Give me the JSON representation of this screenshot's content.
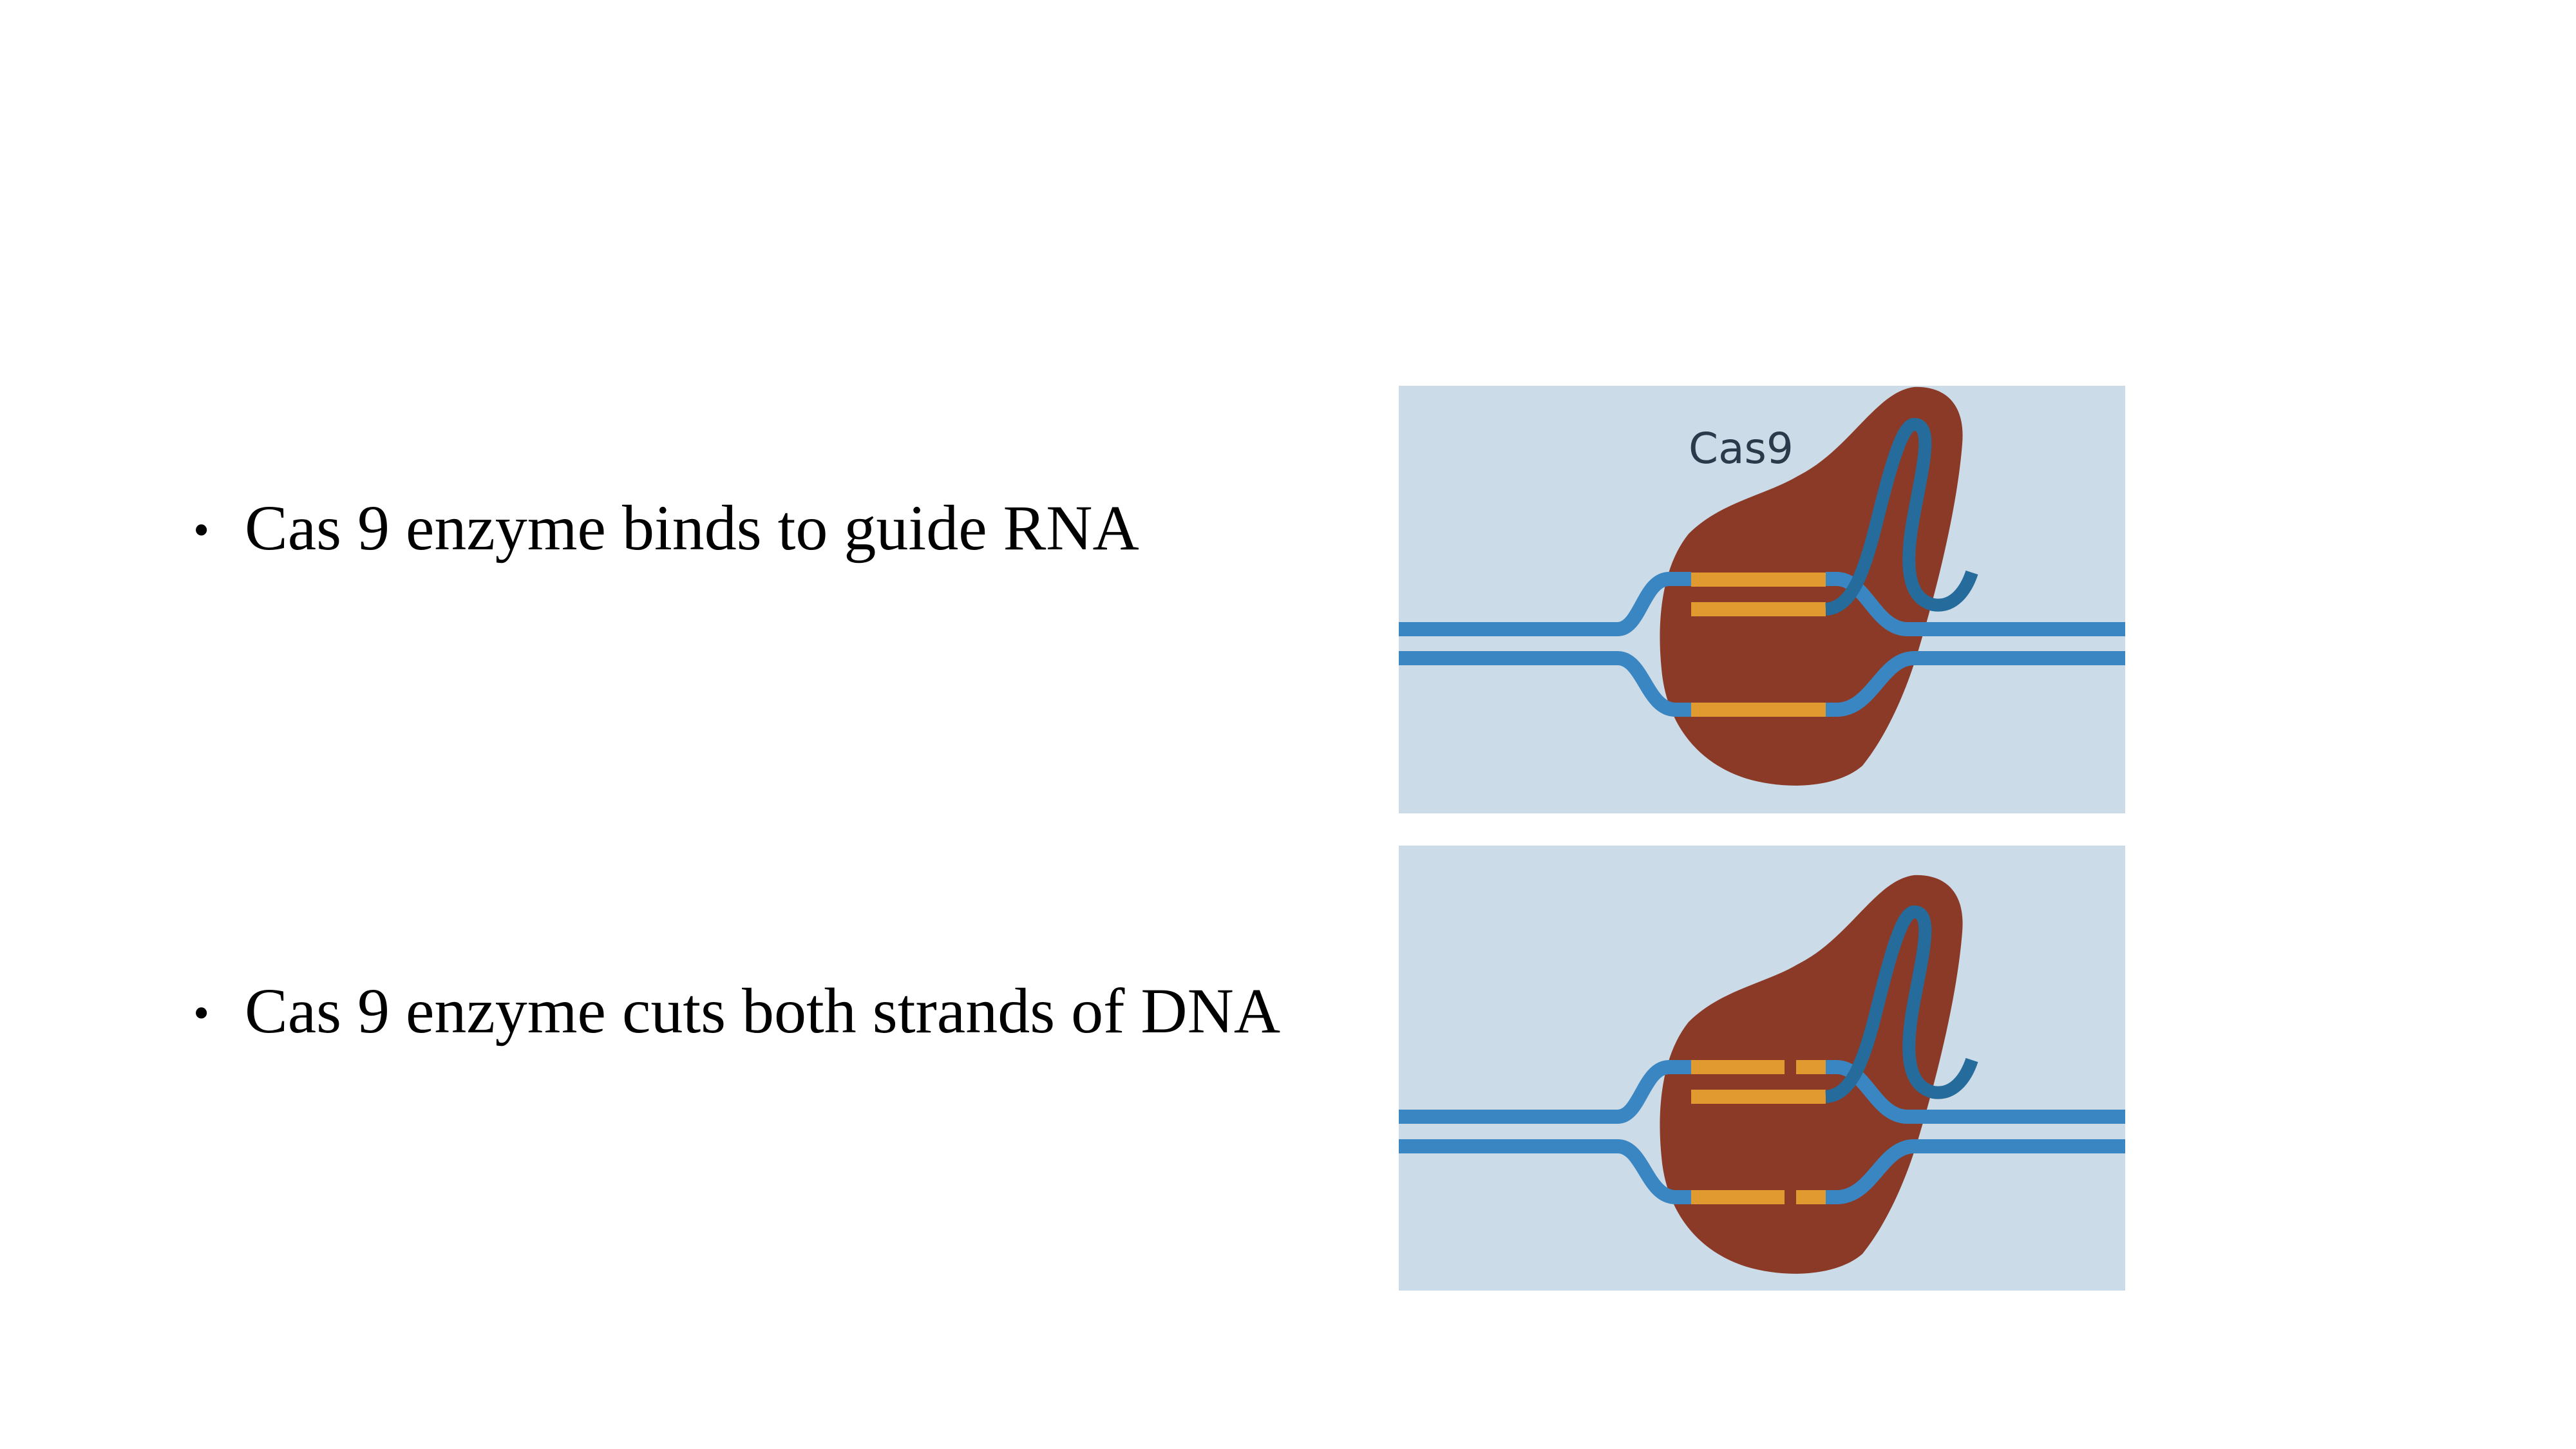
{
  "slide": {
    "bullets": [
      {
        "marker": "•",
        "text": "Cas 9 enzyme binds to guide RNA"
      },
      {
        "marker": "•",
        "text": "Cas 9 enzyme cuts both strands of DNA"
      }
    ]
  },
  "diagrams": [
    {
      "label": "Cas9",
      "state": "bound",
      "dna_cut": false
    },
    {
      "label": "",
      "state": "cut",
      "dna_cut": true
    }
  ],
  "colors": {
    "panel_bg": "#cbdbe7",
    "cas9_body": "#8a3a26",
    "dna_strand": "#3a86c2",
    "guide_rna": "#256c9c",
    "base_pairs": "#e09a30",
    "label_text": "#2b3a4a"
  }
}
